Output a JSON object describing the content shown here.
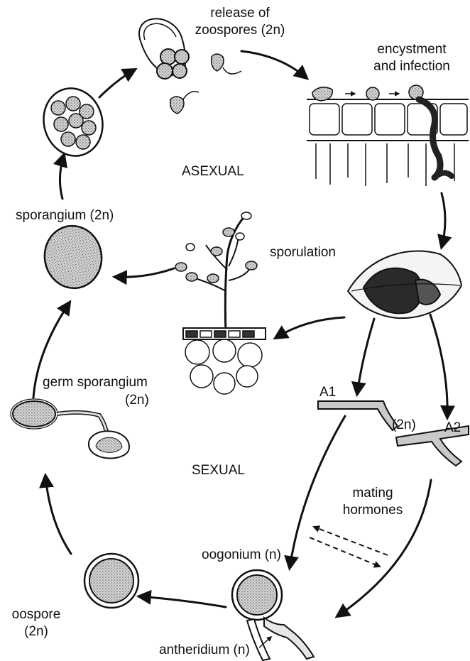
{
  "labels": {
    "release_line1": "release of",
    "release_line2": "zoospores (2n)",
    "encyst_line1": "encystment",
    "encyst_line2": "and infection",
    "asexual": "ASEXUAL",
    "sporangium": "sporangium (2n)",
    "sporulation": "sporulation",
    "germ_sporangium": "germ sporangium",
    "germ_ploidy": "(2n)",
    "a1": "A1",
    "a2": "A2",
    "hyphae_ploidy": "(2n)",
    "sexual": "SEXUAL",
    "mating_line1": "mating",
    "mating_line2": "hormones",
    "oogonium": "oogonium (n)",
    "oospore_line1": "oospore",
    "oospore_line2": "(2n)",
    "antheridium": "antheridium (n)"
  },
  "colors": {
    "ink": "#111111",
    "stipple": "#9a9a9a",
    "lesion": "#2a2a2a"
  }
}
